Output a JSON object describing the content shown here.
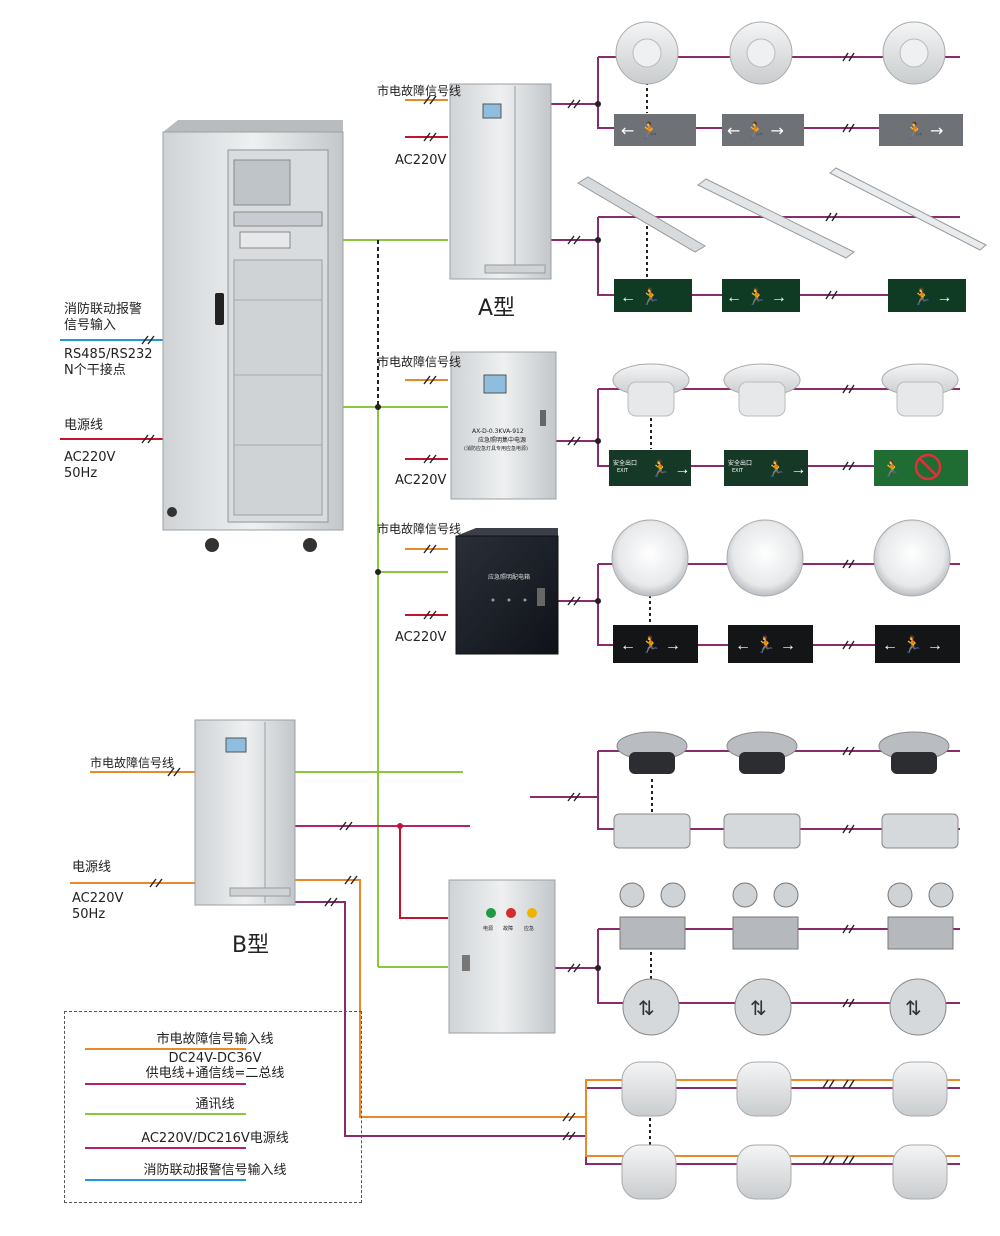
{
  "cabinet_a": {
    "type_label": "A型",
    "fault_signal_label": "市电故障信号线",
    "ac_label": "AC220V"
  },
  "cabinet_a2": {
    "fault_signal_label": "市电故障信号线",
    "ac_label": "AC220V",
    "panel_line1": "AX-D-0.3KVA-912",
    "panel_line2": "应急照明集中电源",
    "panel_line3": "(消防应急灯具专用应急电源)"
  },
  "cabinet_a3": {
    "fault_signal_label": "市电故障信号线",
    "ac_label": "AC220V",
    "panel_label": "应急照明配电箱"
  },
  "main_cabinet": {
    "fire_alarm_label_1": "消防联动报警",
    "fire_alarm_label_2": "信号输入",
    "rs_label_1": "RS485/RS232",
    "rs_label_2": "N个干接点",
    "power_label": "电源线",
    "power_ac_1": "AC220V",
    "power_ac_2": "50Hz"
  },
  "cabinet_b": {
    "type_label": "B型",
    "fault_signal_label": "市电故障信号线",
    "power_label": "电源线",
    "power_ac_1": "AC220V",
    "power_ac_2": "50Hz"
  },
  "control_box": {
    "lamp_labels": [
      "电源",
      "故障",
      "应急"
    ]
  },
  "exit_signs": {
    "sign_text_cn": "安全出口",
    "sign_text_en": "EXIT"
  },
  "legend": {
    "items": [
      {
        "label": "市电故障信号输入线",
        "color": "#e8892a"
      },
      {
        "label_1": "DC24V-DC36V",
        "label_2": "供电线+通信线=二总线",
        "color": "#b8206a"
      },
      {
        "label": "通讯线",
        "color": "#8cc63e"
      },
      {
        "label": "AC220V/DC216V电源线",
        "color": "#b8206a"
      },
      {
        "label": "消防联动报警信号输入线",
        "color": "#1e9ad6"
      }
    ]
  },
  "colors": {
    "orange": "#e8892a",
    "red": "#c4122f",
    "green": "#8cc63e",
    "purple": "#8a2b6e",
    "blue": "#1e9ad6",
    "magenta": "#b8206a"
  }
}
